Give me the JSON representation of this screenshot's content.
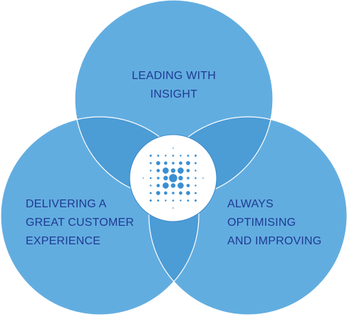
{
  "colors": {
    "circle_fill": "#62ade0",
    "circle_stroke": "#ffffff",
    "overlap_two": "#4c9cd6",
    "overlap_center": "#3889cb",
    "logo_bg": "#ffffff",
    "logo_dots": "#3a8fd2",
    "label_text": "#1f3a93"
  },
  "circles": [
    {
      "id": "top",
      "lines": [
        "LEADING WITH",
        "INSIGHT"
      ]
    },
    {
      "id": "left",
      "lines": [
        "DELIVERING A",
        "GREAT CUSTOMER",
        "EXPERIENCE"
      ]
    },
    {
      "id": "right",
      "lines": [
        "ALWAYS",
        "OPTIMISING",
        "AND IMPROVING"
      ]
    }
  ],
  "center_logo": {
    "icon": "dotted-sphere-logo-icon"
  }
}
